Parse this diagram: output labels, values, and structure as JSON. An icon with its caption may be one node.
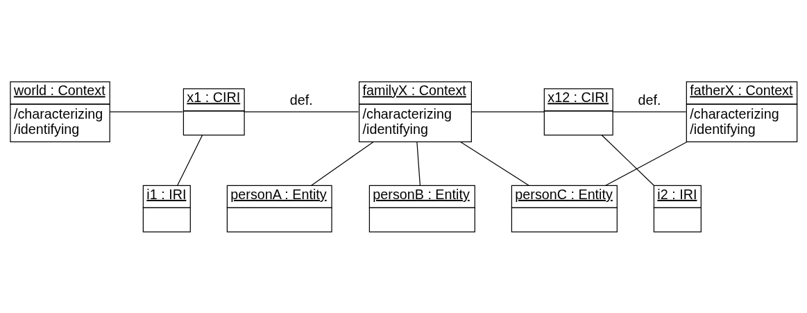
{
  "diagram": {
    "nodes": [
      {
        "text": [
          "i1 : IRI"
        ]
      },
      {
        "text": [
          "i2 : IRI"
        ]
      },
      {
        "text": [
          "world : Context",
          "/characterizing",
          "/identifying"
        ]
      },
      {
        "text": [
          "x1 : CIRI"
        ]
      },
      {
        "text": [
          "familyX : Context",
          "/characterizing",
          "/identifying"
        ]
      },
      {
        "text": [
          "x12 : CIRI"
        ]
      },
      {
        "text": [
          "fatherX : Context",
          "/characterizing",
          "/identifying"
        ]
      },
      {
        "text": [
          "personA : Entity"
        ]
      },
      {
        "text": [
          "personB : Entity"
        ]
      },
      {
        "text": [
          "personC : Entity"
        ]
      }
    ],
    "edges": [
      {
        "from": 2,
        "to": 3,
        "arrow": "none"
      },
      {
        "from": 3,
        "to": 0,
        "arrow": "none"
      },
      {
        "from": 3,
        "to": 4,
        "arrow": "none",
        "label": "def."
      },
      {
        "from": 4,
        "to": 5,
        "arrow": "none"
      },
      {
        "from": 5,
        "to": 1,
        "arrow": "none"
      },
      {
        "from": 5,
        "to": 6,
        "arrow": "none",
        "label": "def."
      },
      {
        "from": 4,
        "to": 7,
        "arrow": "none"
      },
      {
        "from": 4,
        "to": 8,
        "arrow": "none"
      },
      {
        "from": 4,
        "to": 9,
        "arrow": "none"
      },
      {
        "from": 6,
        "to": 9,
        "arrow": "none"
      }
    ]
  }
}
